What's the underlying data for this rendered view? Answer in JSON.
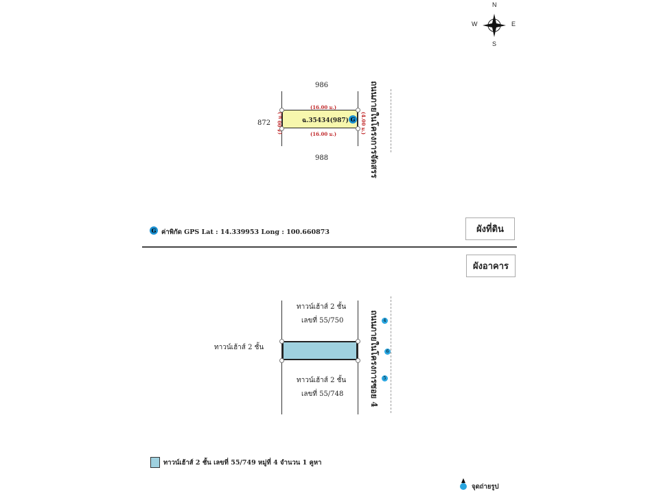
{
  "compass": {
    "n": "N",
    "s": "S",
    "e": "E",
    "w": "W"
  },
  "land_plan": {
    "neighbors": {
      "top": "986",
      "bottom": "988",
      "left": "872"
    },
    "parcel_label": "ฉ.35434(987)",
    "dims": {
      "top": "(16.00 ม.)",
      "bottom": "(16.00 ม.)",
      "left": "(4.00 ม.)",
      "right": "(4.00 ม.)"
    },
    "road": "ถนนภายในโครงการจัดสรร",
    "gps_marker": "G",
    "gps_text": "ค่าพิกัด GPS Lat : 14.339953 Long : 100.660873",
    "title": "ผังที่ดิน",
    "parcel_color": "#f7f7ad"
  },
  "building_plan": {
    "title": "ผังอาคาร",
    "top_neighbor": [
      "ทาวน์เฮ้าส์ 2 ชั้น",
      "เลขที่ 55/750"
    ],
    "bottom_neighbor": [
      "ทาวน์เฮ้าส์ 2 ชั้น",
      "เลขที่ 55/748"
    ],
    "left_neighbor": "ทาวน์เฮ้าส์ 2 ชั้น",
    "road": "ถนนภายในโครงการซอย 4",
    "photo_points": [
      "4",
      "6",
      "5"
    ],
    "building_color": "#9fd1df",
    "legend_building": "ทาวน์เฮ้าส์ 2 ชั้น เลขที่ 55/749 หมู่ที่ 4 จำนวน 1 คูหา",
    "legend_photo": "จุดถ่ายรูป"
  }
}
